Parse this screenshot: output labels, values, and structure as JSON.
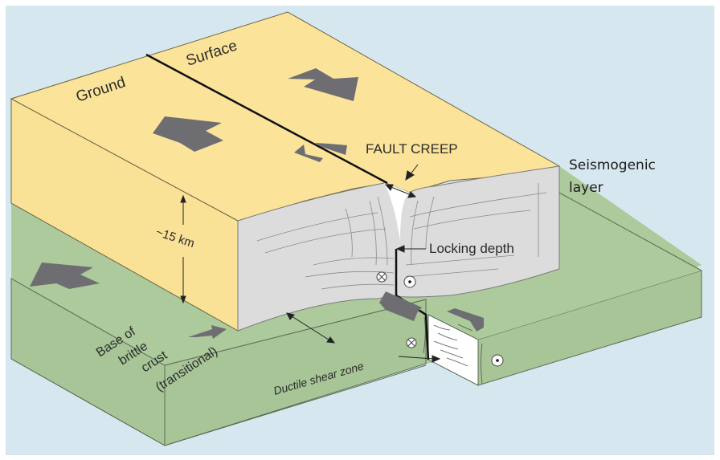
{
  "diagram": {
    "title": "Fault creep block diagram",
    "labels": {
      "ground": "Ground",
      "surface": "Surface",
      "fault_creep": "FAULT CREEP",
      "seismogenic_line1": "Seismogenic",
      "seismogenic_line2": "layer",
      "depth": "~15 km",
      "locking_depth": "Locking depth",
      "base_line1": "Base of",
      "base_line2": "brittle",
      "base_line3": "crust",
      "base_line4": "(transitional)",
      "ductile_shear_zone": "Ductile shear zone"
    },
    "colors": {
      "background": "#d7e7ef",
      "seismogenic_top": "#fbe49a",
      "seismogenic_side": "#f9e196",
      "cross_section": "#dcdcdc",
      "ductile_layer": "#acca9b",
      "arrow": "#6e6e72",
      "line": "#1a1a1a"
    },
    "symbols": {
      "into_page": "circle-x",
      "out_of_page": "circle-dot"
    }
  }
}
